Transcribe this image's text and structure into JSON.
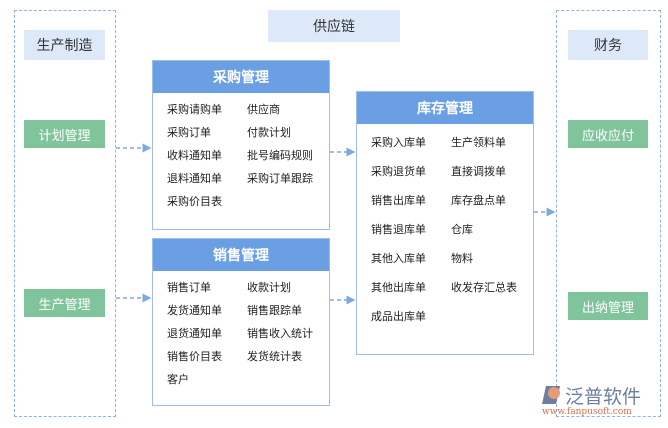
{
  "header": "供应链",
  "left": {
    "title": "生产制造",
    "items": [
      "计划管理",
      "生产管理"
    ]
  },
  "right": {
    "title": "财务",
    "items": [
      "应收应付",
      "出纳管理"
    ]
  },
  "purchase": {
    "title": "采购管理",
    "items": [
      "采购请购单",
      "供应商",
      "采购订单",
      "付款计划",
      "收料通知单",
      "批号编码规则",
      "退料通知单",
      "采购订单跟踪",
      "采购价目表"
    ]
  },
  "sales": {
    "title": "销售管理",
    "items": [
      "销售订单",
      "收款计划",
      "发货通知单",
      "销售跟踪单",
      "退货通知单",
      "销售收入统计",
      "销售价目表",
      "发货统计表",
      "客户"
    ]
  },
  "inventory": {
    "title": "库存管理",
    "items": [
      "采购入库单",
      "生产领料单",
      "采购退货单",
      "直接调拨单",
      "销售出库单",
      "库存盘点单",
      "销售退库单",
      "仓库",
      "其他入库单",
      "物料",
      "其他出库单",
      "收发存汇总表",
      "成品出库单"
    ]
  },
  "logo": {
    "name": "泛普软件",
    "url": "www.fanpusoft.com"
  },
  "colors": {
    "accent": "#6a9fe3",
    "green": "#80c49c",
    "light": "#dde9f8"
  }
}
